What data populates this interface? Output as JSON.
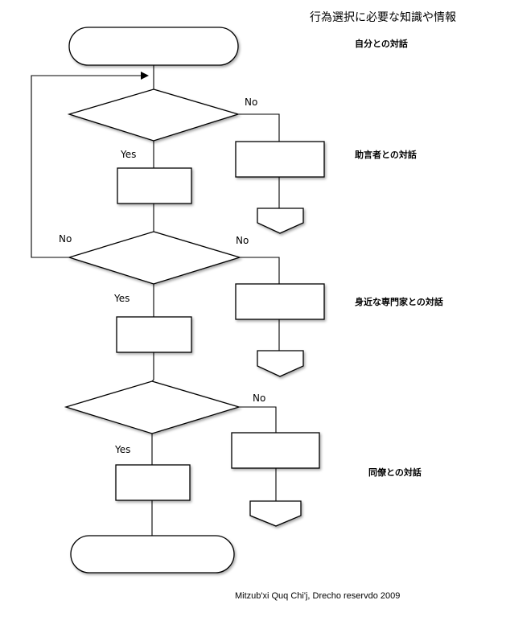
{
  "title": "行為選択に必要な知識や情報",
  "side_labels": {
    "self": "自分との対話",
    "advisor": "助言者との対話",
    "expert": "身近な専門家との対話",
    "colleague": "同僚との対話"
  },
  "edge_labels": {
    "no": "No",
    "yes": "Yes"
  },
  "copyright": "Mitzub'xi Quq Chi'j, Drecho reservdo 2009"
}
